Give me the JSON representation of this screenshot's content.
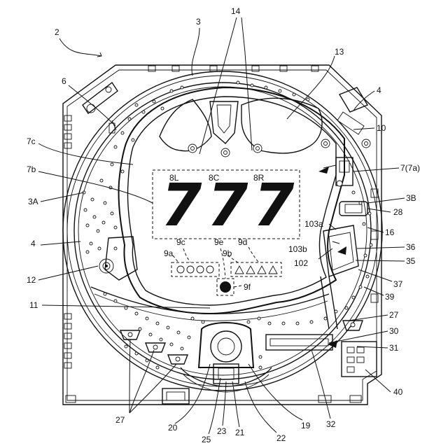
{
  "figure": {
    "reels": [
      "7",
      "7",
      "7"
    ],
    "reel_labels": [
      "8L",
      "8C",
      "8R"
    ],
    "labels": {
      "l2": "2",
      "l3": "3",
      "l14": "14",
      "l13": "13",
      "l6": "6",
      "l4top": "4",
      "l10": "10",
      "l7c": "7c",
      "l7b": "7b",
      "l7a": "7(7a)",
      "l3A": "3A",
      "l3B": "3B",
      "l28": "28",
      "l16": "16",
      "l4left": "4",
      "l103a": "103a",
      "l103b": "103b",
      "l102": "102",
      "l36": "36",
      "l35": "35",
      "l9c": "9c",
      "l9e": "9e",
      "l9d": "9d",
      "l9a": "9a",
      "l9b": "9b",
      "l9f": "9f",
      "l12": "12",
      "l37": "37",
      "l39": "39",
      "l11": "11",
      "l27r": "27",
      "l30": "30",
      "l31": "31",
      "l40": "40",
      "l27b": "27",
      "l20": "20",
      "l25": "25",
      "l23": "23",
      "l21": "21",
      "l22": "22",
      "l19": "19",
      "l32": "32"
    }
  }
}
